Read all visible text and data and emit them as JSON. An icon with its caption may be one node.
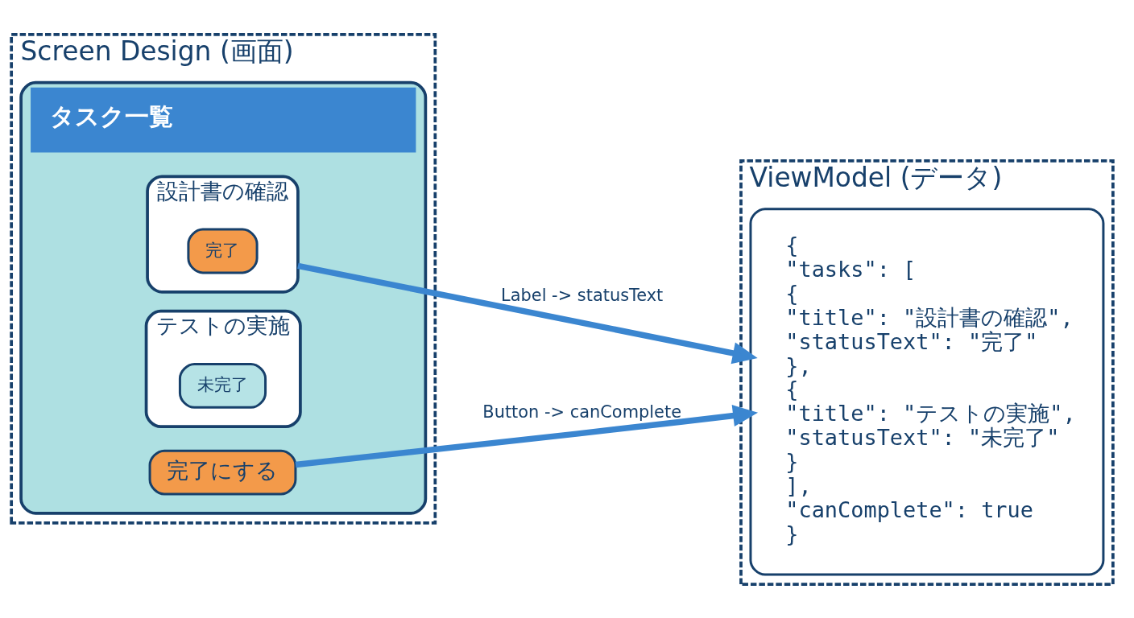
{
  "diagram": {
    "nodes": [
      {
        "text": [
          "Screen Design (画面)"
        ]
      },
      {
        "text": [
          "タスク一覧"
        ],
        "in": 0
      },
      {
        "text": [
          "設計書の確認"
        ],
        "in": 1
      },
      {
        "text": [
          "完了"
        ],
        "in": 2
      },
      {
        "text": [
          "テストの実施"
        ],
        "in": 1
      },
      {
        "text": [
          "未完了"
        ],
        "in": 4
      },
      {
        "text": [
          "完了にする"
        ],
        "in": 1
      },
      {
        "text": [
          "ViewModel (データ)"
        ]
      },
      {
        "text": [
          "{",
          "\"tasks\": [",
          "{",
          "\"title\": \"設計書の確認\",",
          "\"statusText\": \"完了\"",
          "},",
          "{",
          "\"title\": \"テストの実施\",",
          "\"statusText\": \"未完了\"",
          "}",
          "],",
          "\"canComplete\": true",
          "}"
        ],
        "in": 7
      }
    ],
    "edges": [
      {
        "from": 2,
        "to": 8,
        "arrow": "to",
        "label": "Label -> statusText"
      },
      {
        "from": 6,
        "to": 8,
        "arrow": "to",
        "label": "Button -> canComplete"
      }
    ]
  }
}
